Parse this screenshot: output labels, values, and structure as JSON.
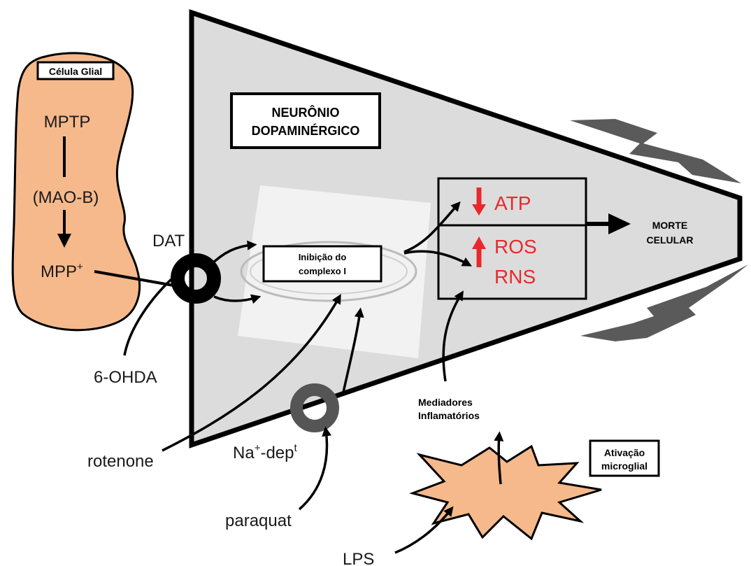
{
  "glial_cell": {
    "label": "Célula Glial",
    "mptp": "MPTP",
    "maob": "(MAO-B)",
    "mpp": "MPP",
    "mpp_sup": "+"
  },
  "neuron": {
    "title_line1": "NEURÔNIO",
    "title_line2": "DOPAMINÉRGICO"
  },
  "dat": {
    "label": "DAT"
  },
  "complex": {
    "line1": "Inibição do",
    "line2": "complexo I"
  },
  "effects": {
    "atp": "ATP",
    "ros": "ROS",
    "rns": "RNS"
  },
  "death": {
    "line1": "MORTE",
    "line2": "CELULAR"
  },
  "toxins": {
    "ohda": "6-OHDA",
    "rotenone": "rotenone",
    "paraquat": "paraquat",
    "lps": "LPS"
  },
  "transporter": {
    "label_prefix": "Na",
    "label_sup1": "+",
    "label_mid": "-dep",
    "label_sup2": "t"
  },
  "mediators": {
    "line1": "Mediadores",
    "line2": "Inflamatórios"
  },
  "microglia": {
    "line1": "Ativação",
    "line2": "microglial"
  },
  "colors": {
    "glial": "#f6b98c",
    "neuron": "#dcdcdc",
    "red": "#e8292c",
    "lightning": "#5a5a5a"
  }
}
